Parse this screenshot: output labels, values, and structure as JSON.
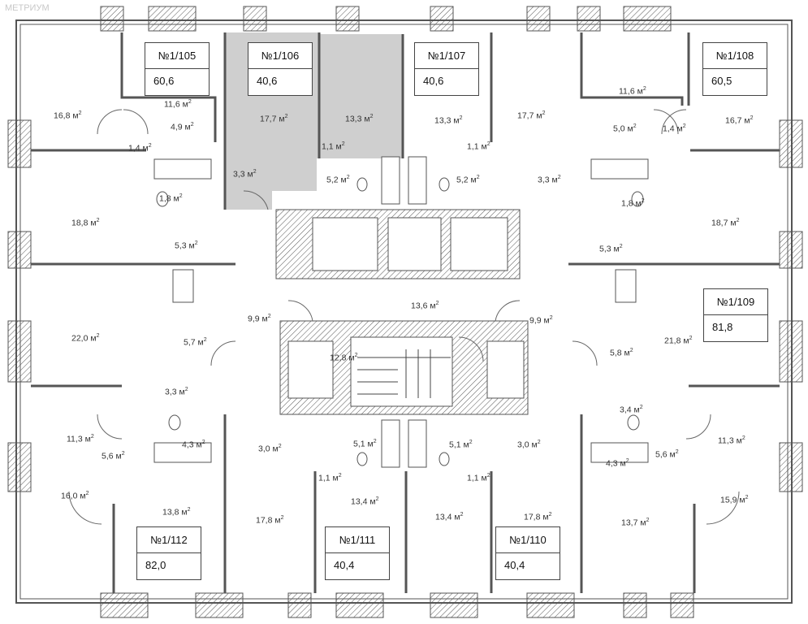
{
  "watermark": "МЕТРИУМ",
  "apartments": [
    {
      "id": "a105",
      "number": "№1/105",
      "area": "60,6"
    },
    {
      "id": "a106",
      "number": "№1/106",
      "area": "40,6"
    },
    {
      "id": "a107",
      "number": "№1/107",
      "area": "40,6"
    },
    {
      "id": "a108",
      "number": "№1/108",
      "area": "60,5"
    },
    {
      "id": "a109",
      "number": "№1/109",
      "area": "81,8"
    },
    {
      "id": "a112",
      "number": "№1/112",
      "area": "82,0"
    },
    {
      "id": "a111",
      "number": "№1/111",
      "area": "40,4"
    },
    {
      "id": "a110",
      "number": "№1/110",
      "area": "40,4"
    }
  ],
  "unit": "м",
  "unit_power": "2",
  "rooms": [
    "16,8",
    "11,6",
    "4,9",
    "1,4",
    "1,8",
    "3,3",
    "17,7",
    "13,3",
    "1,1",
    "5,2",
    "13,3",
    "1,1",
    "5,2",
    "17,7",
    "3,3",
    "11,6",
    "5,0",
    "1,4",
    "16,7",
    "1,8",
    "18,8",
    "5,3",
    "18,7",
    "5,3",
    "13,6",
    "9,9",
    "9,9",
    "22,0",
    "5,7",
    "12,8",
    "21,8",
    "5,8",
    "3,3",
    "3,4",
    "11,3",
    "5,6",
    "4,3",
    "3,0",
    "5,1",
    "5,1",
    "3,0",
    "4,3",
    "5,6",
    "11,3",
    "1,1",
    "1,1",
    "16,0",
    "13,8",
    "17,8",
    "13,4",
    "13,4",
    "17,8",
    "13,7",
    "15,9"
  ]
}
